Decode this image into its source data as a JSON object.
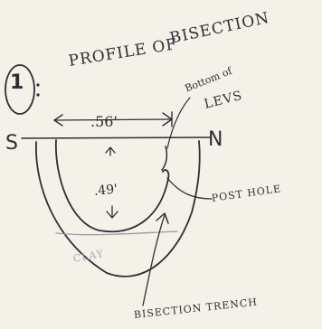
{
  "figure_number": "1",
  "title_line1": "PROFILE OF",
  "title_line2": "BISECTION",
  "callout_line1": "Bottom of",
  "callout_line2": "LEVS",
  "direction_left": "S",
  "direction_right": "N",
  "dimension_width": ".56'",
  "dimension_depth": ".49'",
  "label_post_hole": "POST HOLE",
  "label_clay": "CLAY",
  "label_trench": "BISECTION TRENCH"
}
